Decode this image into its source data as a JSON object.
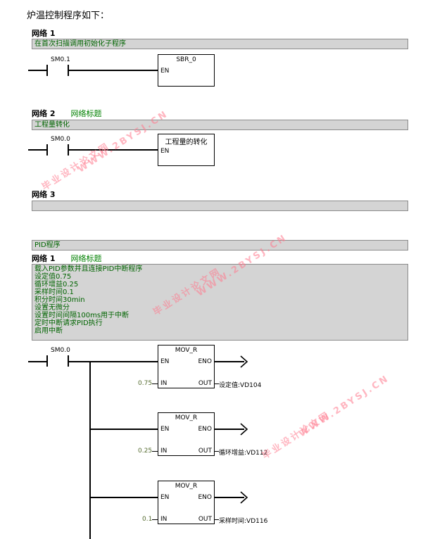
{
  "heading": "炉温控制程序如下：",
  "network1": {
    "label": "网络 1",
    "comment": "在首次扫描调用初始化子程序",
    "contact": "SM0.1",
    "block_title": "SBR_0",
    "en": "EN"
  },
  "network2": {
    "label": "网络 2",
    "title": "网络标题",
    "comment": "工程量转化",
    "contact": "SM0.0",
    "block_title": "工程量的转化",
    "en": "EN"
  },
  "network3": {
    "label": "网络 3"
  },
  "pid": {
    "section_comment": "PID程序",
    "label": "网络 1",
    "title": "网络标题",
    "comment_lines": [
      "载入PID参数并且连接PID中断程序",
      "设定值0.75",
      "循环增益0.25",
      "采样时间0.1",
      "积分时间30min",
      "设置无微分",
      "设置时间间隔100ms用于中断",
      "定时中断请求PID执行",
      "启用中断"
    ],
    "contact": "SM0.0",
    "blocks": [
      {
        "title": "MOV_R",
        "en": "EN",
        "eno": "ENO",
        "in": "IN",
        "out": "OUT",
        "in_value": "0.75",
        "out_value": "设定值:VD104"
      },
      {
        "title": "MOV_R",
        "en": "EN",
        "eno": "ENO",
        "in": "IN",
        "out": "OUT",
        "in_value": "0.25",
        "out_value": "循环增益:VD112"
      },
      {
        "title": "MOV_R",
        "en": "EN",
        "eno": "ENO",
        "in": "IN",
        "out": "OUT",
        "in_value": "0.1",
        "out_value": "采样时间:VD116"
      }
    ]
  },
  "watermarks": [
    "毕业设计论文网",
    "WWW.2BYSJ.CN"
  ]
}
